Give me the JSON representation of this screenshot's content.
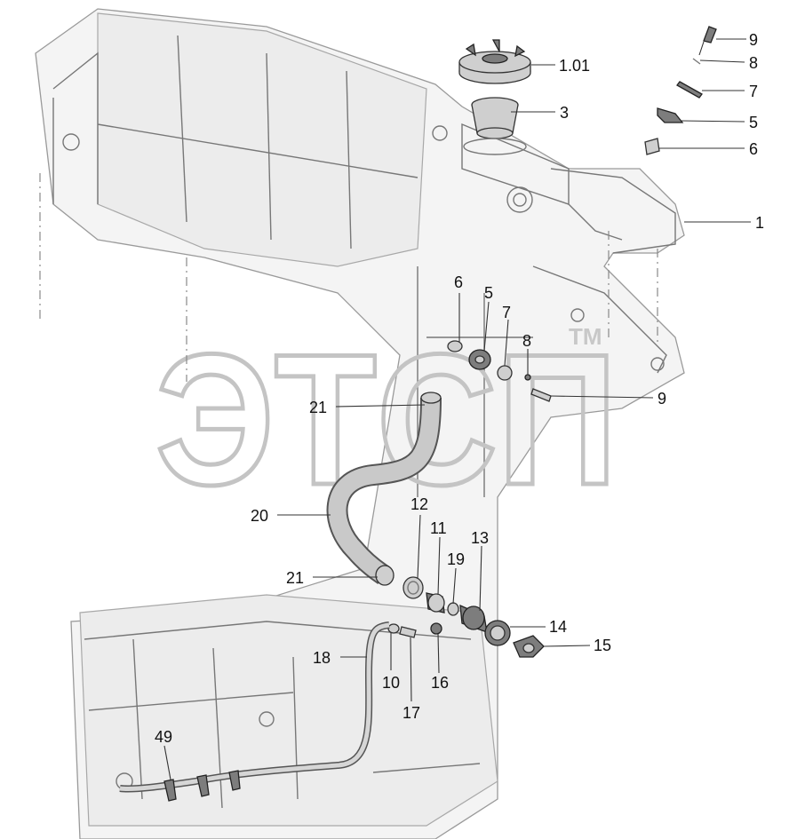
{
  "watermark": {
    "text": "ЭТСП",
    "trademark": "TM"
  },
  "callouts": [
    {
      "id": "c-9-top",
      "text": "9"
    },
    {
      "id": "c-8-top",
      "text": "8"
    },
    {
      "id": "c-7-top",
      "text": "7"
    },
    {
      "id": "c-5-top",
      "text": "5"
    },
    {
      "id": "c-6-top",
      "text": "6"
    },
    {
      "id": "c-101",
      "text": "1.01"
    },
    {
      "id": "c-3",
      "text": "3"
    },
    {
      "id": "c-1",
      "text": "1"
    },
    {
      "id": "c-6-mid",
      "text": "6"
    },
    {
      "id": "c-5-mid",
      "text": "5"
    },
    {
      "id": "c-7-mid",
      "text": "7"
    },
    {
      "id": "c-8-mid",
      "text": "8"
    },
    {
      "id": "c-9-mid",
      "text": "9"
    },
    {
      "id": "c-21-top",
      "text": "21"
    },
    {
      "id": "c-20",
      "text": "20"
    },
    {
      "id": "c-21-bot",
      "text": "21"
    },
    {
      "id": "c-12",
      "text": "12"
    },
    {
      "id": "c-11",
      "text": "11"
    },
    {
      "id": "c-19",
      "text": "19"
    },
    {
      "id": "c-13",
      "text": "13"
    },
    {
      "id": "c-14",
      "text": "14"
    },
    {
      "id": "c-15",
      "text": "15"
    },
    {
      "id": "c-18",
      "text": "18"
    },
    {
      "id": "c-10",
      "text": "10"
    },
    {
      "id": "c-16",
      "text": "16"
    },
    {
      "id": "c-17",
      "text": "17"
    },
    {
      "id": "c-49",
      "text": "49"
    }
  ]
}
